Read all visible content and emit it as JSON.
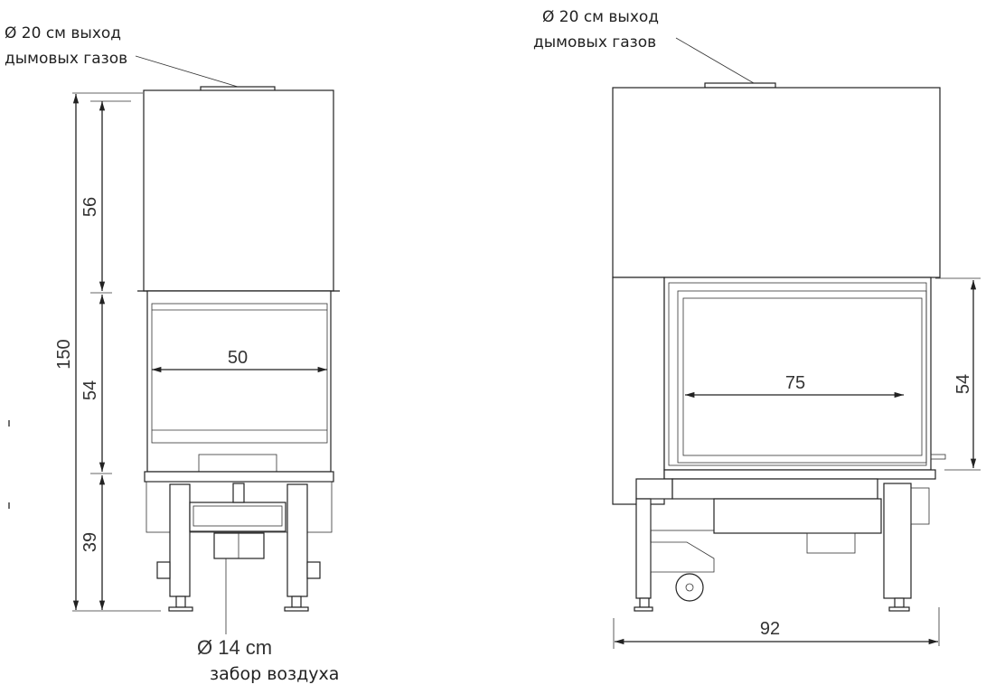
{
  "left_view": {
    "flue_label_line1": "Ø 20 см выход",
    "flue_label_line2": "дымовых газов",
    "dim_total_height": "150",
    "dim_top_section": "56",
    "dim_door_height": "54",
    "dim_base_height": "39",
    "dim_glass_width": "50",
    "air_label_line1": "Ø 14 cm",
    "air_label_line2": "забор воздуха"
  },
  "right_view": {
    "flue_label_line1": "Ø 20 см выход",
    "flue_label_line2": "дымовых газов",
    "dim_glass_width": "75",
    "dim_door_height": "54",
    "dim_total_width": "92"
  }
}
